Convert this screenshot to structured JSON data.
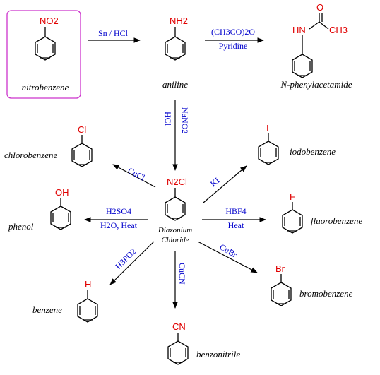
{
  "compounds": {
    "nitrobenzene": {
      "name": "nitrobenzene",
      "group": "NO2"
    },
    "aniline": {
      "name": "aniline",
      "group": "NH2"
    },
    "acetanilide": {
      "name": "N-phenylacetamide",
      "group_nh": "HN",
      "group_o": "O",
      "group_ch3": "CH3"
    },
    "diazonium": {
      "name_line1": "Diazonium",
      "name_line2": "Chloride",
      "group": "N2Cl"
    },
    "chlorobenzene": {
      "name": "chlorobenzene",
      "group": "Cl"
    },
    "iodobenzene": {
      "name": "iodobenzene",
      "group": "I"
    },
    "phenol": {
      "name": "phenol",
      "group": "OH"
    },
    "fluorobenzene": {
      "name": "fluorobenzene",
      "group": "F"
    },
    "benzene": {
      "name": "benzene",
      "group": "H"
    },
    "bromobenzene": {
      "name": "bromobenzene",
      "group": "Br"
    },
    "benzonitrile": {
      "name": "benzonitrile",
      "group": "CN"
    }
  },
  "reagents": {
    "reduction": "Sn / HCl",
    "acetylation_top": "(CH3CO)2O",
    "acetylation_bottom": "Pyridine",
    "diazotization_a": "NaNO2",
    "diazotization_b": "HCl",
    "to_chloro": "CuCl",
    "to_iodo": "KI",
    "to_phenol_top": "H2SO4",
    "to_phenol_bottom": "H2O, Heat",
    "to_fluoro_top": "HBF4",
    "to_fluoro_bottom": "Heat",
    "to_benzene": "H3PO2",
    "to_bromo": "CuBr",
    "to_nitrile": "CuCN"
  },
  "colors": {
    "highlight_box": "#cc33cc",
    "substituent": "#e00000",
    "reagent": "#0000cc"
  }
}
